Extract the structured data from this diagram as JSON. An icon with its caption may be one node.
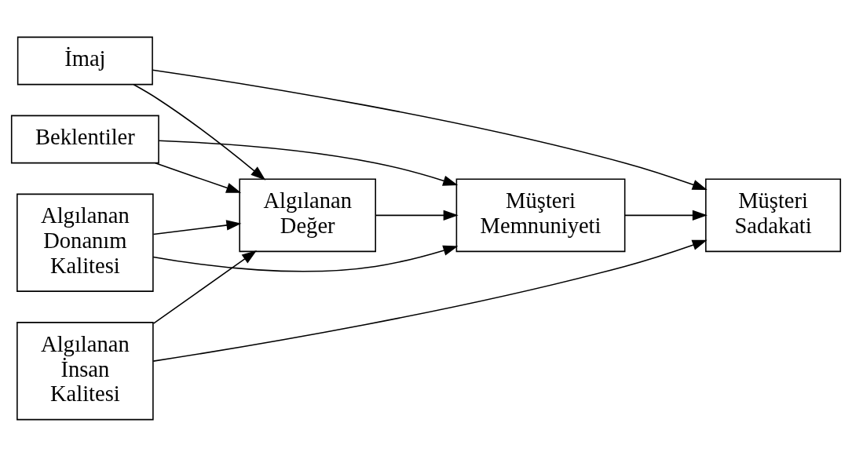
{
  "diagram": {
    "nodes": [
      {
        "text": [
          "İmaj"
        ]
      },
      {
        "text": [
          "Beklentiler"
        ]
      },
      {
        "text": [
          "Algılanan Donanım Kalitesi"
        ]
      },
      {
        "text": [
          "Algılanan Değer"
        ]
      },
      {
        "text": [
          "Müşteri Memnuniyeti"
        ]
      },
      {
        "text": [
          "Müşteri Sadakati"
        ]
      },
      {
        "text": [
          "Algılanan İnsan Kalitesi"
        ]
      }
    ],
    "edges": [
      {
        "from": 0,
        "to": 3,
        "arrow": "to"
      },
      {
        "from": 0,
        "to": 5,
        "arrow": "to"
      },
      {
        "from": 1,
        "to": 3,
        "arrow": "to"
      },
      {
        "from": 1,
        "to": 4,
        "arrow": "to"
      },
      {
        "from": 2,
        "to": 3,
        "arrow": "to"
      },
      {
        "from": 2,
        "to": 4,
        "arrow": "to"
      },
      {
        "from": 3,
        "to": 4,
        "arrow": "to"
      },
      {
        "from": 4,
        "to": 5,
        "arrow": "to"
      },
      {
        "from": 6,
        "to": 3,
        "arrow": "to"
      },
      {
        "from": 6,
        "to": 5,
        "arrow": "to"
      }
    ]
  }
}
